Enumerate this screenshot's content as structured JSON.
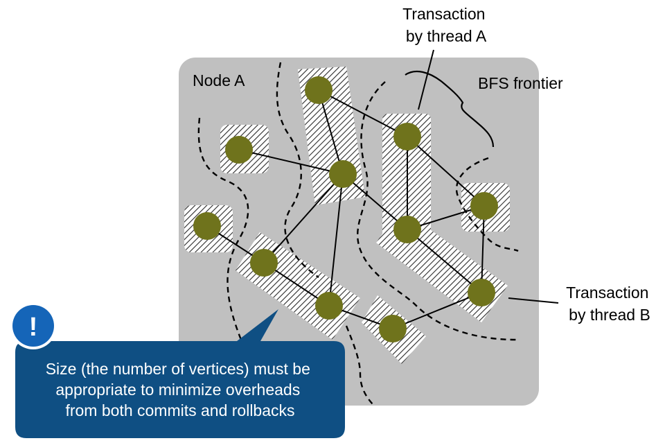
{
  "node_label": "Node A",
  "bfs_label": "BFS frontier",
  "transaction_a": [
    "Transaction",
    "by thread A"
  ],
  "transaction_b": [
    "Transaction",
    "by thread B"
  ],
  "callout": {
    "icon": "exclamation-icon",
    "icon_glyph": "!",
    "lines": [
      "Size (the number of vertices) must be",
      "appropriate to minimize overheads",
      "from both commits and rollbacks"
    ]
  },
  "colors": {
    "node_bg": "#c0c0c0",
    "vertex": "#6f731c",
    "callout": "#0f4f83",
    "icon": "#1565b8"
  }
}
